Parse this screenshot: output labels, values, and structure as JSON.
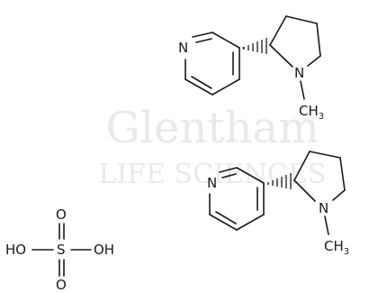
{
  "watermark": {
    "line1": "Glentham",
    "line2": "LIFE SCIENCES",
    "color": "#e9e9e9"
  },
  "molecule_top": {
    "pyridine_n": "N",
    "pyrrolidine_n": "N",
    "methyl": "CH",
    "methyl_sub": "3"
  },
  "molecule_bottom": {
    "pyridine_n": "N",
    "pyrrolidine_n": "N",
    "methyl": "CH",
    "methyl_sub": "3"
  },
  "sulfuric_acid": {
    "left_group": "HO",
    "sulfur": "S",
    "right_group": "OH",
    "top_oxygen": "O",
    "bottom_oxygen": "O"
  },
  "colors": {
    "ink": "#1a1a1a",
    "background": "#ffffff"
  }
}
